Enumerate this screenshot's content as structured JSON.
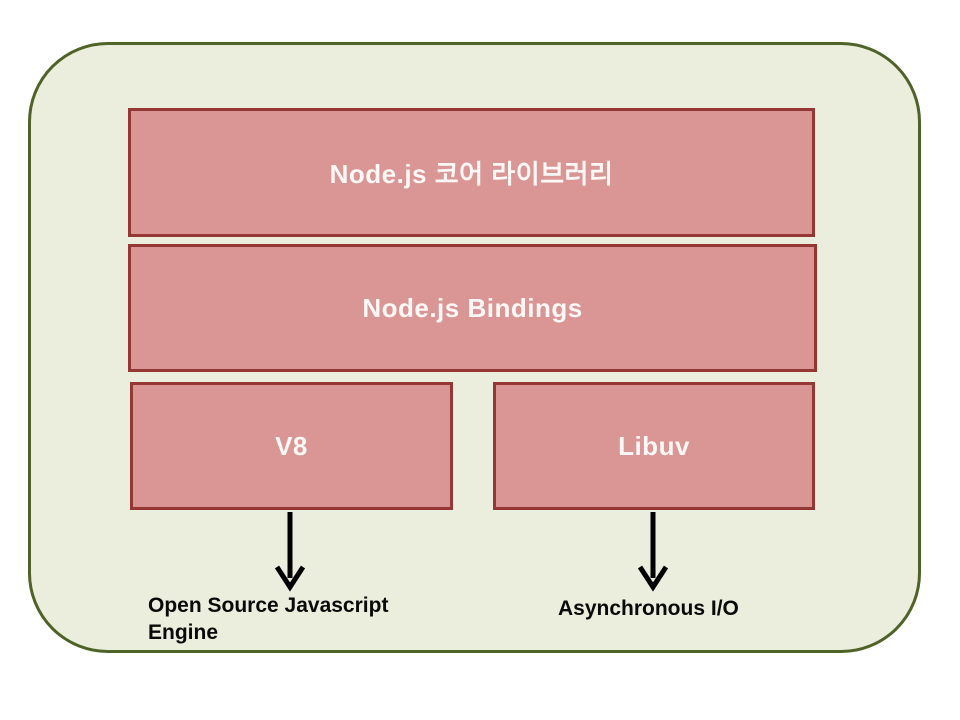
{
  "diagram": {
    "title_semantic": "Node.js architecture diagram",
    "panel": {
      "fill": "#ebeedd",
      "border_color": "#4f6228"
    },
    "boxes": {
      "core": {
        "label": "Node.js 코어 라이브러리"
      },
      "bindings": {
        "label": "Node.js Bindings"
      },
      "v8": {
        "label": "V8"
      },
      "libuv": {
        "label": "Libuv"
      }
    },
    "annotations": {
      "v8": {
        "label": "Open Source Javascript Engine"
      },
      "libuv": {
        "label": "Asynchronous I/O"
      }
    },
    "colors": {
      "box_fill": "#d99694",
      "box_border": "#953735",
      "box_text": "#ffffff",
      "arrow": "#000000",
      "annotation_text": "#000000",
      "page_background": "#ffffff"
    }
  }
}
